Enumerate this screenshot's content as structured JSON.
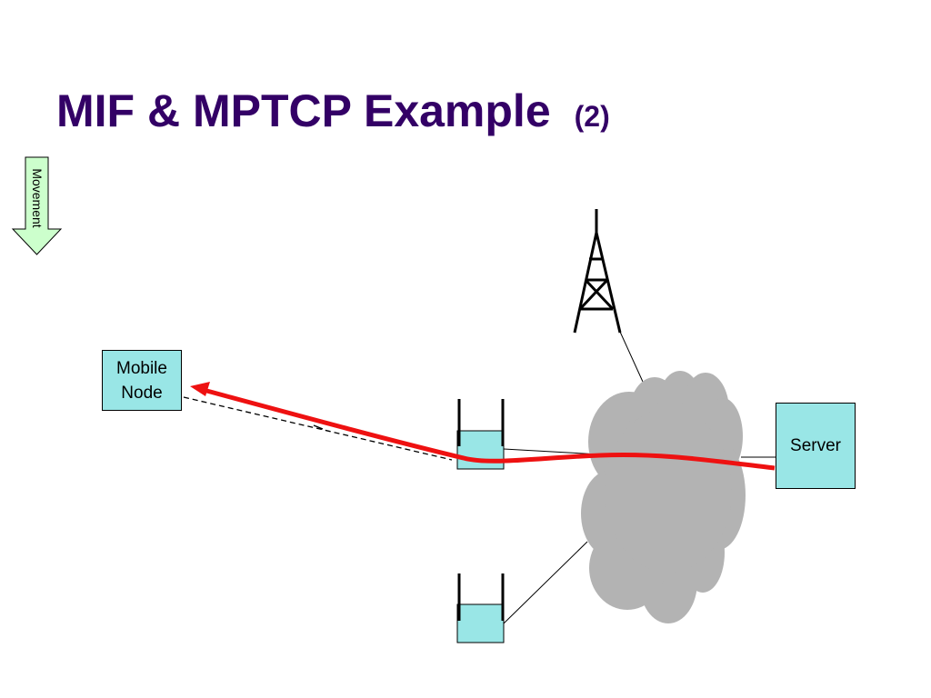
{
  "slide": {
    "title": "MIF & MPTCP Example",
    "title_suffix": "(2)",
    "title_color": "#330066"
  },
  "movement": {
    "label": "Movement",
    "direction": "down",
    "fill": "#ccffcc"
  },
  "nodes": {
    "mobile_node": {
      "label_line1": "Mobile",
      "label_line2": "Node"
    },
    "server": {
      "label": "Server"
    }
  },
  "colors": {
    "box_fill": "#99e6e6",
    "cloud_fill": "#b3b3b3",
    "data_path": "#ee1111"
  }
}
